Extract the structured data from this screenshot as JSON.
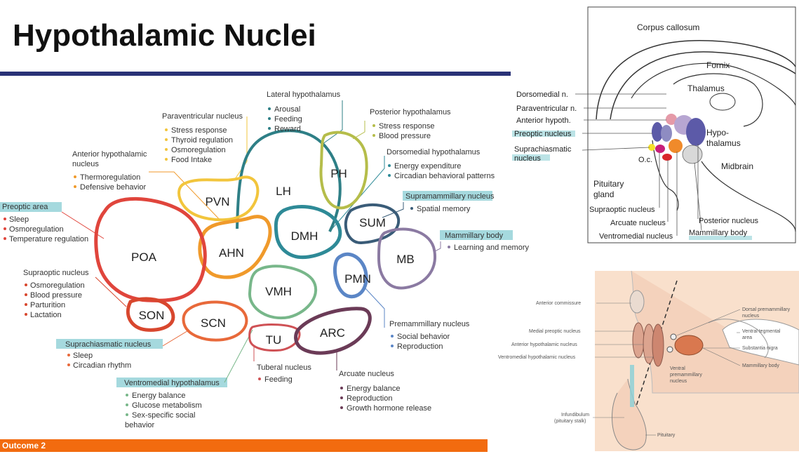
{
  "slide": {
    "title": "Hypothalamic Nuclei",
    "footer": "Outcome 2"
  },
  "nuclei": {
    "pvn": "PVN",
    "lh": "LH",
    "ph": "PH",
    "ahn": "AHN",
    "dmh": "DMH",
    "sum": "SUM",
    "poa": "POA",
    "mb": "MB",
    "pmn": "PMN",
    "vmh": "VMH",
    "son": "SON",
    "scn": "SCN",
    "tu": "TU",
    "arc": "ARC"
  },
  "callouts": {
    "lh": {
      "title": "Lateral hypothalamus",
      "items": [
        "Arousal",
        "Feeding",
        "Reward"
      ]
    },
    "pvn": {
      "title": "Paraventricular nucleus",
      "items": [
        "Stress response",
        "Thyroid regulation",
        "Osmoregulation",
        "Food Intake"
      ]
    },
    "ph": {
      "title": "Posterior hypothalamus",
      "items": [
        "Stress response",
        "Blood pressure"
      ]
    },
    "ahn": {
      "title_line1": "Anterior hypothalamic",
      "title_line2": "nucleus",
      "items": [
        "Thermoregulation",
        "Defensive behavior"
      ]
    },
    "dmh": {
      "title": "Dorsomedial hypothalamus",
      "items": [
        "Energy expenditure",
        "Circadian behavioral patterns"
      ]
    },
    "sum": {
      "title": "Supramammillary nucleus",
      "items": [
        "Spatial memory"
      ]
    },
    "mb": {
      "title": "Mammillary body",
      "items": [
        "Learning and memory"
      ]
    },
    "poa": {
      "title": "Preoptic area",
      "items": [
        "Sleep",
        "Osmoregulation",
        "Temperature regulation"
      ]
    },
    "son": {
      "title": "Supraoptic nucleus",
      "items": [
        "Osmoregulation",
        "Blood pressure",
        "Parturition",
        "Lactation"
      ]
    },
    "scn": {
      "title": "Suprachiasmatic nucleus",
      "items": [
        "Sleep",
        "Circadian rhythm"
      ]
    },
    "vmh": {
      "title": "Ventromedial hypothalamus",
      "items": [
        "Energy balance",
        "Glucose metabolism",
        "Sex-specific social"
      ],
      "extra": "behavior"
    },
    "tu": {
      "title": "Tuberal nucleus",
      "items": [
        "Feeding"
      ]
    },
    "arc": {
      "title": "Arcuate nucleus",
      "items": [
        "Energy balance",
        "Reproduction",
        "Growth hormone release"
      ]
    },
    "pmn": {
      "title": "Premammillary nucleus",
      "items": [
        "Social behavior",
        "Reproduction"
      ]
    }
  },
  "sagittal": {
    "corpus_callosum": "Corpus callosum",
    "fornix": "Fornix",
    "thalamus": "Thalamus",
    "hypothalamus_line1": "Hypo-",
    "hypothalamus_line2": "thalamus",
    "midbrain": "Midbrain",
    "oc": "O.c.",
    "pituitary_line1": "Pituitary",
    "pituitary_line2": "gland",
    "dorsomedial": "Dorsomedial n.",
    "paraventricular": "Paraventricular n.",
    "anterior": "Anterior hypoth.",
    "preoptic": "Preoptic nucleus",
    "suprachiasmatic_line1": "Suprachiasmatic",
    "suprachiasmatic_line2": "nucleus",
    "supraoptic": "Supraoptic nucleus",
    "arcuate": "Arcuate nucleus",
    "ventromedial": "Ventromedial nucleus",
    "posterior": "Posterior nucleus",
    "mammillary": "Mammillary body"
  },
  "midsagittal": {
    "anterior_commissure": "Anterior commissure",
    "medial_preoptic": "Medial preoptic nucleus",
    "anterior_hypothalamic": "Anterior hypothalamic nucleus",
    "ventromedial": "Ventromedial hypothalamic nucleus",
    "infundibulum_line1": "Infundibulum",
    "infundibulum_line2": "(pituitary stalk)",
    "pituitary": "Pituitary",
    "dorsal_premammillary_line1": "Dorsal premammillary",
    "dorsal_premammillary_line2": "nucleus",
    "vta_line1": "Ventral tegmental",
    "vta_line2": "area",
    "substantia_nigra": "Substantia nigra",
    "mammillary_body": "Mammillary body",
    "ventral_premammillary_line1": "Ventral",
    "ventral_premammillary_line2": "premammillary",
    "ventral_premammillary_line3": "nucleus"
  },
  "colors": {
    "title_rule": "#2a3277",
    "footer": "#f26b0f",
    "highlight": "#8ed0d6",
    "poa": "#e0453c",
    "son": "#d8472e",
    "scn": "#e8693a",
    "ahn": "#f09a2b",
    "pvn": "#f2c53c",
    "lh": "#2e7f86",
    "ph": "#b5bd4a",
    "dmh": "#2e8a97",
    "sum": "#3a5c78",
    "mb": "#8b7aa2",
    "pmn": "#5b86c6",
    "vmh": "#78b78a",
    "tu": "#cf5155",
    "arc": "#6b3b57"
  }
}
